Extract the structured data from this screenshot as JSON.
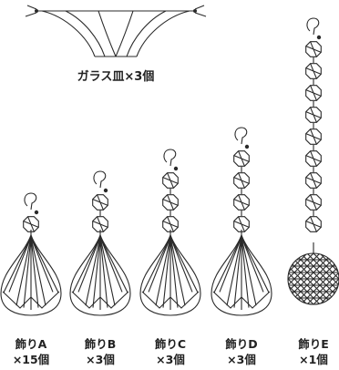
{
  "dish": {
    "icon": "glass-dish-icon",
    "label": "ガラス皿×3個"
  },
  "ornaments": [
    {
      "id": "A",
      "name": "飾りA",
      "quantity": "×15個",
      "links": 1,
      "pendant": "teardrop"
    },
    {
      "id": "B",
      "name": "飾りB",
      "quantity": "×3個",
      "links": 2,
      "pendant": "teardrop"
    },
    {
      "id": "C",
      "name": "飾りC",
      "quantity": "×3個",
      "links": 3,
      "pendant": "teardrop"
    },
    {
      "id": "D",
      "name": "飾りD",
      "quantity": "×3個",
      "links": 4,
      "pendant": "teardrop"
    },
    {
      "id": "E",
      "name": "飾りE",
      "quantity": "×1個",
      "links": 9,
      "pendant": "ball"
    }
  ]
}
